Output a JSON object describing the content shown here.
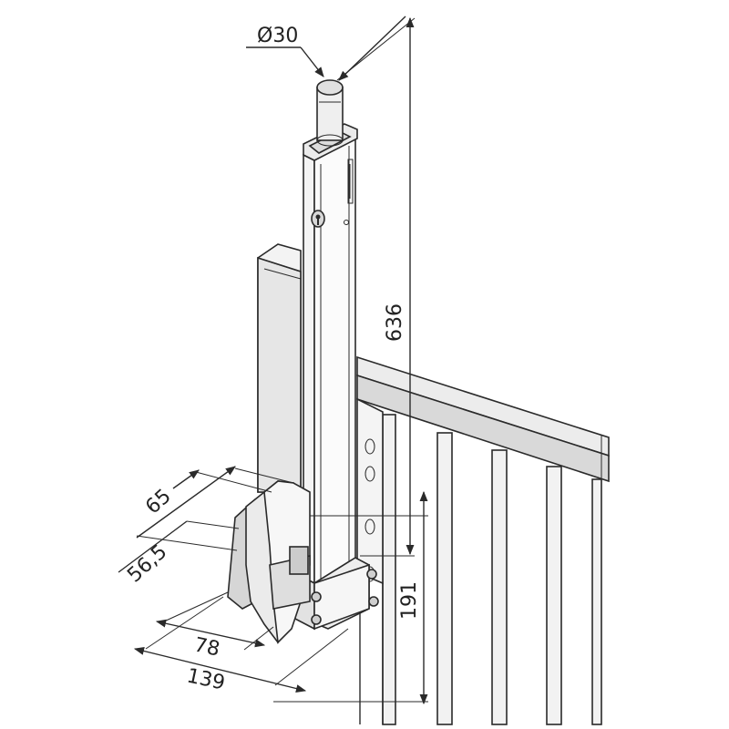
{
  "dimensions": {
    "diameter": "Ø30",
    "height_total": "636",
    "width_a": "65",
    "width_b": "56,5",
    "depth_a": "78",
    "depth_b": "139",
    "height_lower": "191"
  },
  "colors": {
    "line": "#2a2a2a",
    "fill_light": "#f2f2f2",
    "fill_mid": "#e2e2e2",
    "fill_dark": "#cfcfcf"
  }
}
